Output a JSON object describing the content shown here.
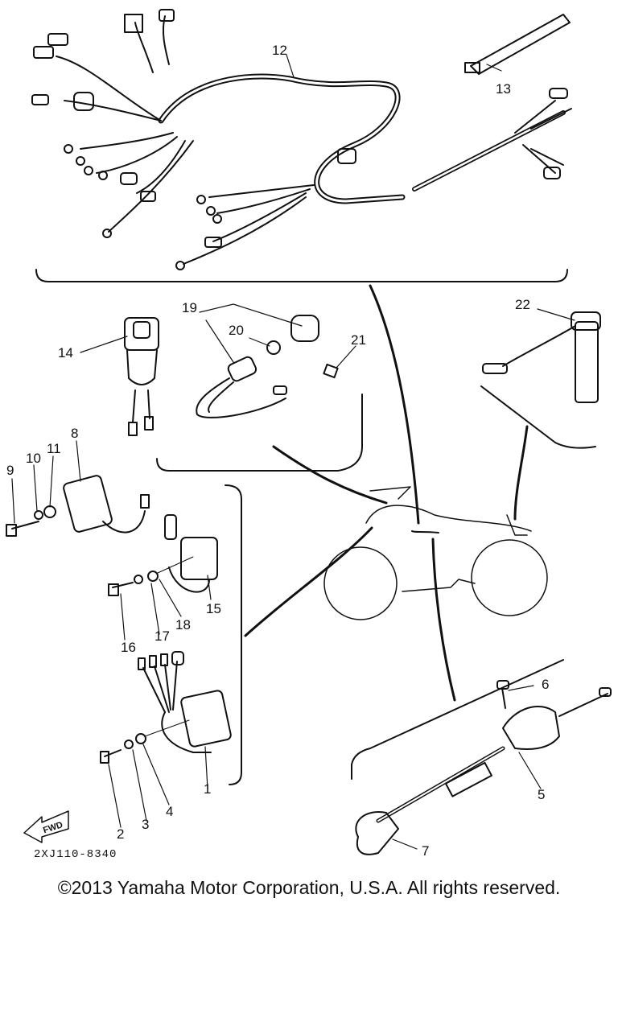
{
  "callouts": {
    "c1": "1",
    "c2": "2",
    "c3": "3",
    "c4": "4",
    "c5": "5",
    "c6": "6",
    "c7": "7",
    "c8": "8",
    "c9": "9",
    "c10": "10",
    "c11": "11",
    "c12": "12",
    "c13": "13",
    "c14": "14",
    "c15": "15",
    "c16": "16",
    "c17": "17",
    "c18": "18",
    "c19": "19",
    "c20": "20",
    "c21": "21",
    "c22": "22"
  },
  "fwd_label": "FWD",
  "drawing_code": "2XJ110-8340",
  "copyright": "©2013 Yamaha Motor Corporation, U.S.A. All rights reserved."
}
